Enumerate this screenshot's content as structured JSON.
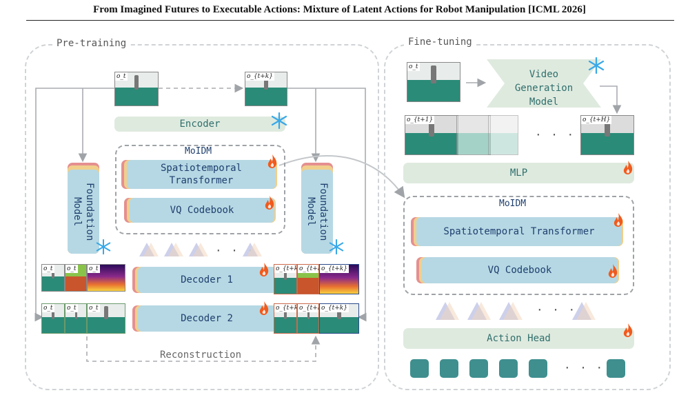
{
  "title": "From Imagined Futures to Executable Actions: Mixture of Latent Actions for Robot Manipulation [ICML 2026]",
  "pretraining": {
    "label": "Pre-training",
    "frame_start": "o_t",
    "frame_end": "o_{t+k}",
    "encoder": "Encoder",
    "foundation_left": "Foundation Model",
    "foundation_right": "Foundation Model",
    "moidm": "MoIDM",
    "st_transformer": "Spatiotemporal Transformer",
    "vq": "VQ Codebook",
    "decoder1": "Decoder 1",
    "decoder2": "Decoder 2",
    "reconstruction": "Reconstruction",
    "dots": "· · ·",
    "left_frames_row1": [
      "o_t",
      "o_t",
      "o_t"
    ],
    "left_frames_row2": [
      "o_t",
      "o_t",
      "o_t"
    ],
    "right_frames_row1": [
      "o_{t+k}",
      "o_{t+k}",
      "o_{t+k}"
    ],
    "right_frames_row2": [
      "o_{t+k}",
      "o_{t+k}",
      "o_{t+k}"
    ]
  },
  "finetuning": {
    "label": "Fine-tuning",
    "frame_input": "o_t",
    "video_model": "Video Generation Model",
    "frame_first": "o_{t+1}",
    "frame_last": "o_{t+H}",
    "mlp": "MLP",
    "moidm": "MoIDM",
    "st_transformer": "Spatiotemporal Transformer",
    "vq": "VQ Codebook",
    "action_head": "Action Head",
    "dots": "· · ·"
  },
  "colors": {
    "fire": "#f25a1c",
    "snow": "#38a8e8",
    "block": "#b6d8e4",
    "bar": "#dfeadf",
    "action": "#3f8f8f"
  }
}
